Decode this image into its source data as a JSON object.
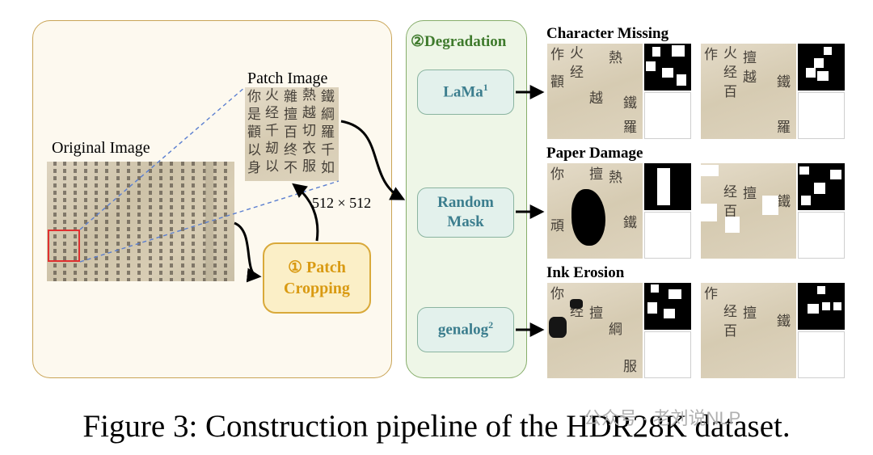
{
  "diagram": {
    "step1": {
      "number": "①",
      "label_line1": "Patch",
      "label_line2": "Cropping"
    },
    "step2": {
      "title": "②Degradation"
    },
    "labels": {
      "original_image": "Original Image",
      "patch_image": "Patch Image",
      "patch_size": "512 × 512"
    },
    "methods": [
      {
        "line1": "LaMa",
        "sup": "1"
      },
      {
        "line1": "Random",
        "line2": "Mask"
      },
      {
        "line1": "genalog",
        "sup": "2"
      }
    ],
    "outputs": [
      {
        "title": "Character Missing"
      },
      {
        "title": "Paper Damage"
      },
      {
        "title": "Ink Erosion"
      }
    ],
    "colors": {
      "step1_border": "#d9a93a",
      "step1_text": "#d99a12",
      "step2_border": "#86ad6a",
      "method_text": "#3c7e8e",
      "crop_rect": "#e03030",
      "dashed_line": "#5b7fd0"
    }
  },
  "caption": "Figure 3: Construction pipeline of the HDR28K dataset.",
  "watermark": "公众号 · 老刘说NLP"
}
